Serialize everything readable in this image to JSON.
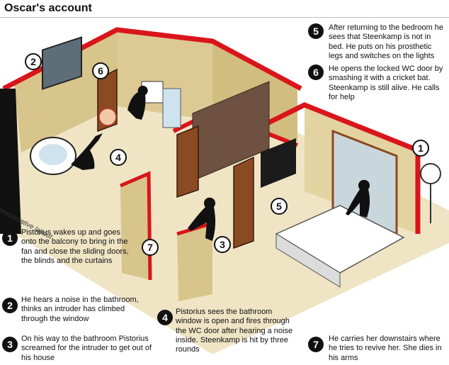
{
  "title": "Oscar's account",
  "side_label": "Representative layout",
  "markers": [
    "1",
    "2",
    "3",
    "4",
    "5",
    "6",
    "7"
  ],
  "notes": {
    "n1": "Pistorius wakes up and goes onto the balcony to bring in the fan and close the sliding doors, the blinds and the curtains",
    "n2": "He hears a noise in the bathroom, thinks an intruder has climbed through the window",
    "n3": "On his way to the bathroom Pistorius screamed for the intruder to get out of his house",
    "n4": "Pistorius sees the bathroom window is open and fires through the WC door after hearing a noise inside. Steenkamp is hit by three rounds",
    "n5": "After returning to the bedroom he sees that Steenkamp is not in bed. He puts on his prosthetic legs and switches on the lights",
    "n6": "He opens the locked WC door by smashing it with a cricket bat. Steenkamp is still alive. He calls for help",
    "n7": "He carries her downstairs where he tries to revive her. She dies in his arms"
  },
  "colors": {
    "wall_red": "#d9151b",
    "floor": "#efe5c5",
    "wall": "#d8c58c",
    "door": "#8a4a22",
    "wardrobe": "#6e5140"
  }
}
